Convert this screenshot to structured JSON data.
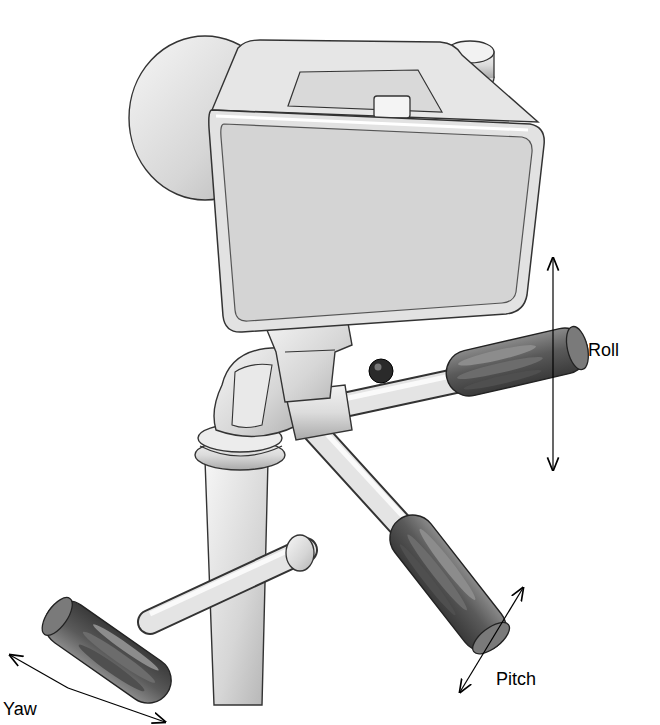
{
  "diagram": {
    "labels": [
      "Roll",
      "Pitch",
      "Yaw"
    ]
  }
}
